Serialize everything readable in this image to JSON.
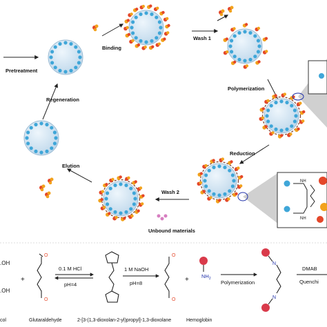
{
  "cycle": {
    "pretreatment": "Pretreatment",
    "binding": "Binding",
    "wash1": "Wash 1",
    "polymerization": "Polymerization",
    "reduction": "Reduction",
    "wash2": "Wash 2",
    "elution": "Elution",
    "regeneration": "Regeneration",
    "unbound": "Unbound materials"
  },
  "insets": {
    "nh_top": "NH",
    "nh_bottom": "NH"
  },
  "reaction": {
    "oh1": ".OH",
    "oh2": ".OH",
    "plus1": "+",
    "plus2": "+",
    "cond1_top": "0.1 M HCl",
    "cond1_bottom": "pH=4",
    "cond2_top": "1 M NaOH",
    "cond2_bottom": "pH=8",
    "polymerization": "Polymerization",
    "dmab": "DMAB",
    "quench": "Quenchi",
    "nh2": "NH",
    "nh2_sub": "2",
    "n_top": "N",
    "n_bottom": "N",
    "name_left": "col",
    "name_glut": "Glutaraldehyde",
    "name_dioxolane": "2-[3-(1,3-dioxolan-2-yl)propyl]-1,3-dioxolane",
    "name_hb": "Hemoglobin"
  },
  "colors": {
    "bead_fill": "#cfe3f2",
    "bead_stroke": "#9bbbd3",
    "pore": "#3fa6d8",
    "protein_red": "#e4472a",
    "protein_orange": "#f2a21c",
    "polymer": "#7a3b2a",
    "nitrogen": "#2233aa",
    "ball_red": "#d93a4a",
    "unbound": "#d77fc1"
  }
}
